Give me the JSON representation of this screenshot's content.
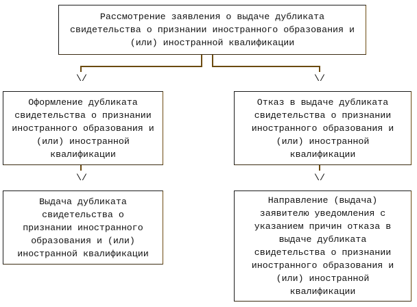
{
  "boxes": {
    "review": "Рассмотрение заявления о выдаче дубликата\nсвидетельства о признании иностранного образования и\n(или) иностранной квалификации",
    "issue_prepare": "Оформление дубликата\nсвидетельства о признании\nиностранного образования и\n(или) иностранной\nквалификации",
    "refusal": "Отказ в выдаче дубликата\nсвидетельства о признании\nиностранного образования и\n(или) иностранной\nквалификации",
    "issue_duplicate": "Выдача дубликата\nсвидетельства о\nпризнании иностранного\nобразования и (или)\nиностранной квалификации",
    "notify_refusal": "Направление (выдача)\nзаявителю уведомления с\nуказанием причин отказа в\nвыдаче дубликата\nсвидетельства о признании\nиностранного образования и\n(или) иностранной\nквалификации"
  },
  "arrow_glyph": "\\/"
}
